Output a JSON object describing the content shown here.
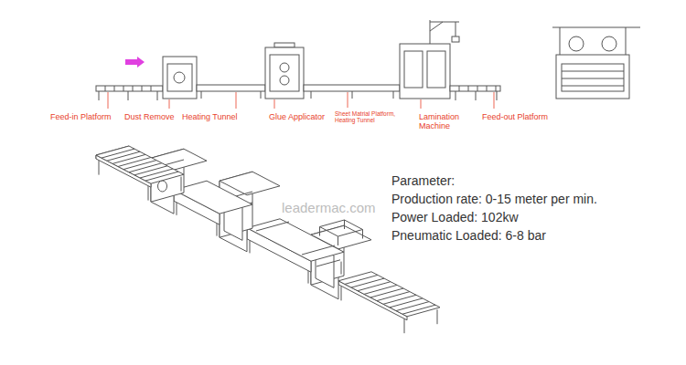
{
  "diagram": {
    "labels": [
      "Feed-in Platform",
      "Dust Remove",
      "Heating Tunnel",
      "Glue Applicator",
      "Sheet Matrial Platform, Heating Tunnel",
      "Lamination Machine",
      "Feed-out Platform",
      "leadermac.com",
      "Parameter:",
      "Production rate: 0-15 meter per min.",
      "Power Loaded: 102kw",
      "Pneumatic Loaded: 6-8 bar"
    ]
  }
}
